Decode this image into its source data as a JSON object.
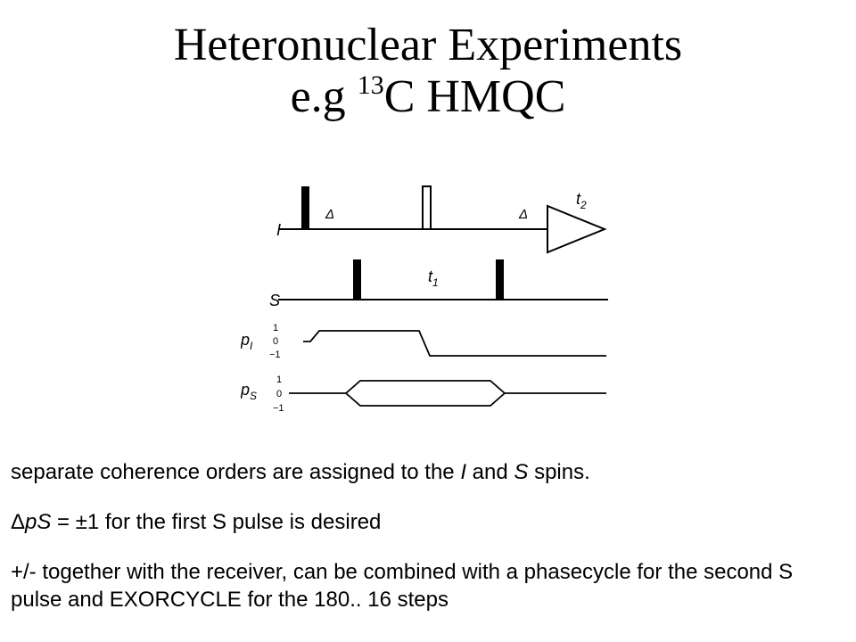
{
  "slide": {
    "title_line1": "Heteronuclear Experiments",
    "title_prefix": "e.g ",
    "title_superscript": "13",
    "title_suffix": "C HMQC"
  },
  "diagram": {
    "channels": {
      "I": "I",
      "S": "S"
    },
    "delays": {
      "delta_1": "Δ",
      "delta_2": "Δ"
    },
    "evolution": {
      "t1": "t",
      "t1_sub": "1",
      "t2": "t",
      "t2_sub": "2"
    },
    "pathways": {
      "pI": "p",
      "pI_sub": "I",
      "pS": "p",
      "pS_sub": "S"
    },
    "levels": [
      "1",
      "0",
      "−1"
    ]
  },
  "text": {
    "line1_a": "separate coherence orders are assigned to the ",
    "line1_I": "I",
    "line1_b": " and ",
    "line1_S": "S",
    "line1_c": " spins.",
    "line2_delta": "Δ",
    "line2_pS": "pS",
    "line2_rest": " = ±1 for the first S pulse is desired",
    "line3": "+/- together with the receiver, can be combined with a phasecycle for the second S pulse and EXORCYCLE for the 180.. 16 steps"
  }
}
